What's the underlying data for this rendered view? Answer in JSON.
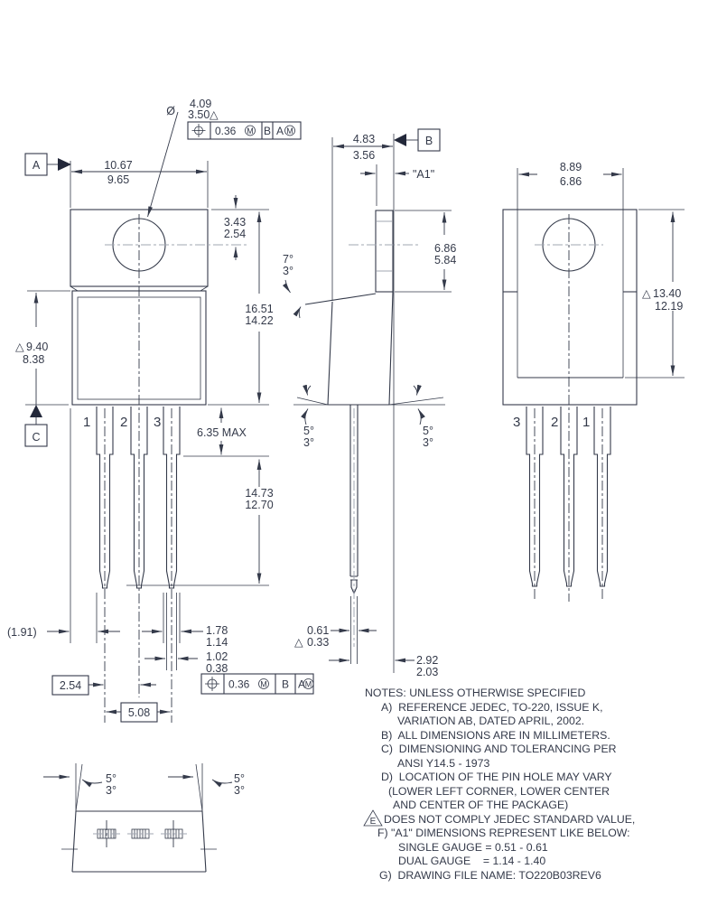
{
  "colors": {
    "line": "#343a4a",
    "secondary": "#a2a7b2",
    "background": "#ffffff"
  },
  "datum_labels": {
    "a": "A",
    "b": "B",
    "c": "C"
  },
  "fcf": {
    "tolerance": "0.36",
    "modifier_m": "M",
    "datum_b": "B",
    "datum_a": "A"
  },
  "pins_front": [
    "1",
    "2",
    "3"
  ],
  "pins_back": [
    "3",
    "2",
    "1"
  ],
  "dims": {
    "tab_width_max": "10.67",
    "tab_width_min": "9.65",
    "hole_dia_sym": "Ø",
    "hole_dia_max": "4.09",
    "hole_dia_min": "3.50",
    "hole_flag": "△",
    "hole_offset_max": "3.43",
    "hole_offset_min": "2.54",
    "overall_max": "16.51",
    "overall_min": "14.22",
    "body_flag": "△",
    "body_max": "9.40",
    "body_min": "8.38",
    "shoulder": "6.35 MAX",
    "lead_len_max": "14.73",
    "lead_len_min": "12.70",
    "edge_ref": "(1.91)",
    "lead_w_max": "1.78",
    "lead_w_min": "1.14",
    "tip_w_max": "1.02",
    "tip_w_min": "0.38",
    "pitch": "2.54",
    "pitch2": "5.08",
    "tab_depth_max": "4.83",
    "tab_depth_min": "3.56",
    "a1_label": "\"A1\"",
    "tab_h_max": "6.86",
    "tab_h_min": "5.84",
    "thk_max": "0.61",
    "thk_flag": "△",
    "thk_min": "0.33",
    "setback_max": "2.92",
    "setback_min": "2.03",
    "back_w_max": "8.89",
    "back_w_min": "6.86",
    "back_flag": "△",
    "back_h_max": "13.40",
    "back_h_min": "12.19"
  },
  "angles": {
    "front7": "7°",
    "front3": "3°",
    "sl5": "5°",
    "sl3": "3°",
    "sr5": "5°",
    "sr3": "3°",
    "bl5": "5°",
    "bl3": "3°",
    "br5": "5°",
    "br3": "3°"
  },
  "notes": {
    "title": "NOTES: UNLESS OTHERWISE SPECIFIED",
    "a1": "A)  REFERENCE JEDEC, TO-220, ISSUE K,",
    "a2": "VARIATION AB, DATED APRIL, 2002.",
    "b": "B)  ALL DIMENSIONS ARE IN MILLIMETERS.",
    "c1": "C)  DIMENSIONING AND TOLERANCING PER",
    "c2": "ANSI Y14.5 - 1973",
    "d1": "D)  LOCATION OF THE PIN HOLE MAY VARY",
    "d2": "(LOWER LEFT CORNER, LOWER CENTER",
    "d3": "AND CENTER OF THE PACKAGE)",
    "e_flag": "E",
    "e": "DOES NOT COMPLY JEDEC STANDARD VALUE,",
    "f1": "F) \"A1\" DIMENSIONS REPRESENT LIKE BELOW:",
    "f2": "SINGLE GAUGE = 0.51 - 0.61",
    "f3": "DUAL GAUGE    = 1.14 - 1.40",
    "g": "G)  DRAWING FILE NAME: TO220B03REV6"
  }
}
